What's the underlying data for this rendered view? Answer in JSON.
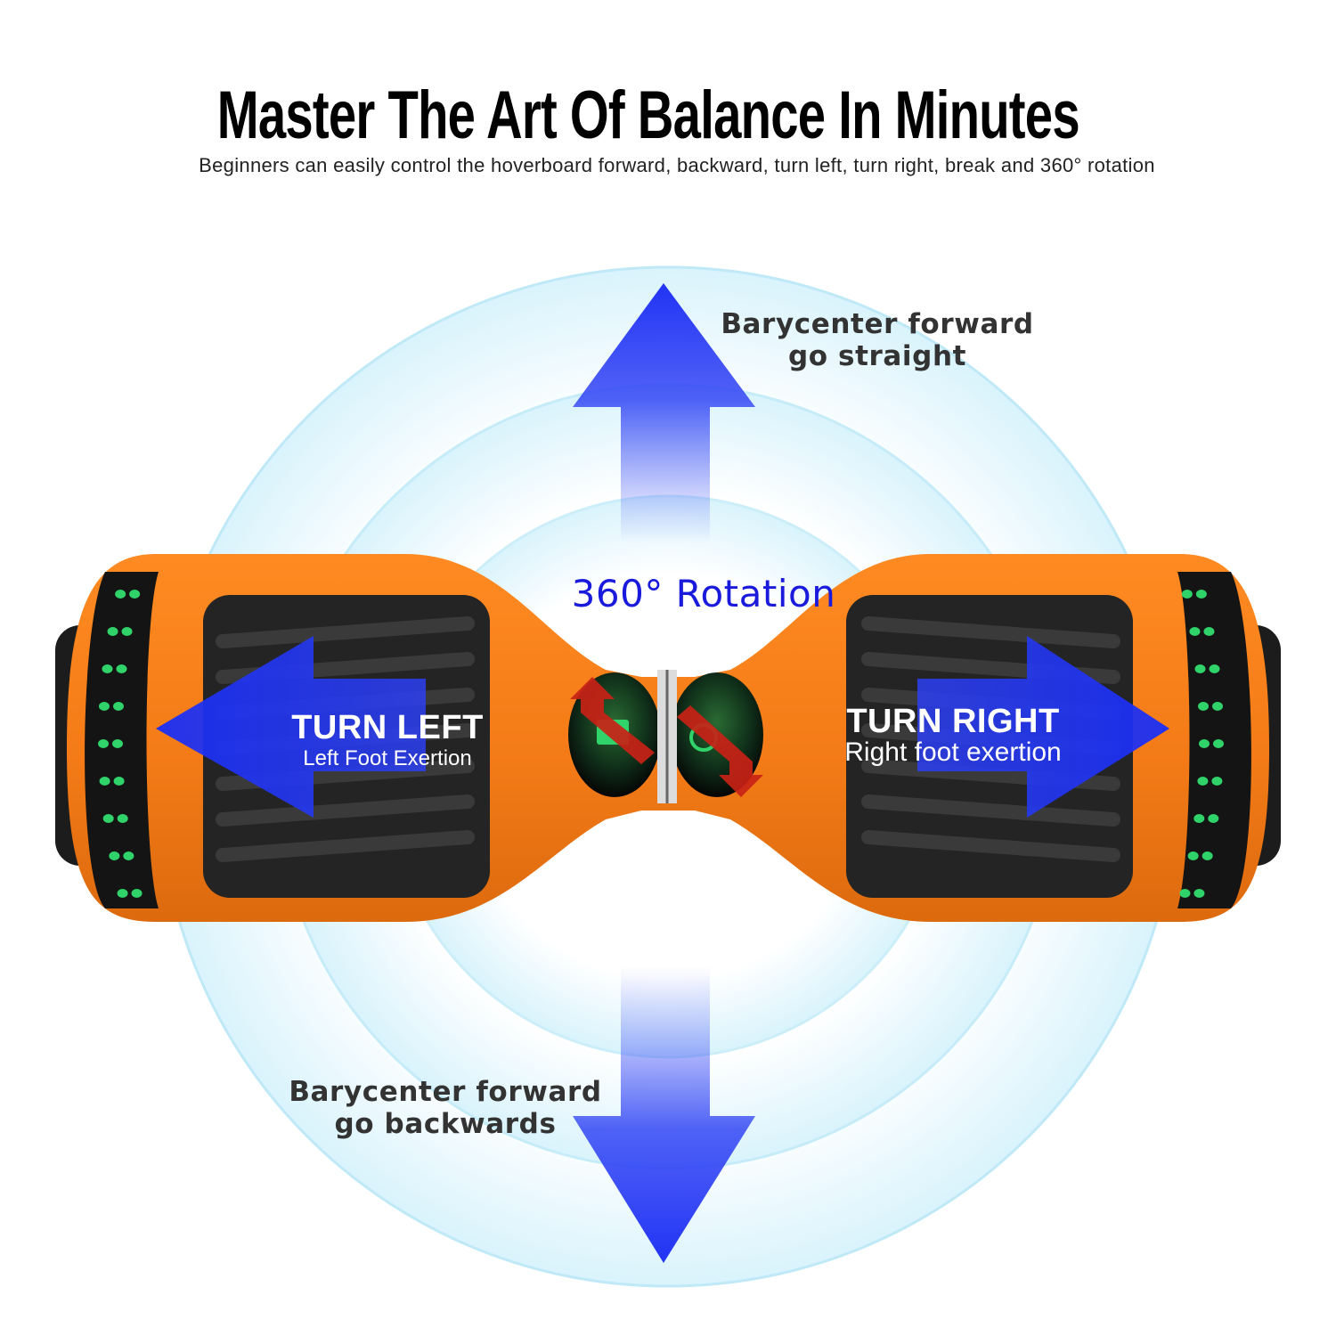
{
  "header": {
    "title": "Master The Art Of Balance In Minutes",
    "subtitle": "Beginners can easily control the hoverboard forward, backward, turn left, turn right, break and 360° rotation"
  },
  "controls": {
    "forward": {
      "line1": "Barycenter forward",
      "line2": "go straight"
    },
    "backward": {
      "line1": "Barycenter forward",
      "line2": "go backwards"
    },
    "rotation": "360° Rotation",
    "left": {
      "title": "TURN LEFT",
      "subtitle": "Left Foot Exertion"
    },
    "right": {
      "title": "TURN RIGHT",
      "subtitle": "Right foot exertion"
    }
  },
  "colors": {
    "board_body": "#f47b17",
    "footpad": "#2b2b2b",
    "led": "#2fd36a",
    "arrow_blue": "#1e2ff0",
    "rotation_arrow": "#c82216",
    "ring": "#bfe9f7"
  },
  "icons": [
    "arrow-up-icon",
    "arrow-down-icon",
    "arrow-left-icon",
    "arrow-right-icon",
    "rotation-arrows-icon"
  ]
}
